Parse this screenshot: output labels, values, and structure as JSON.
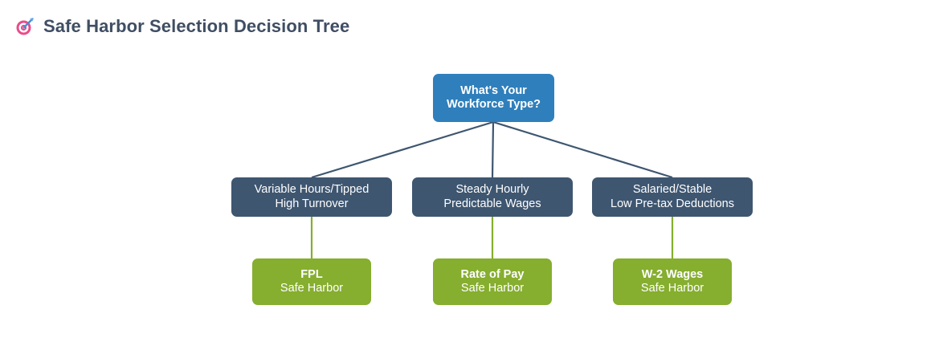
{
  "header": {
    "title": "Safe Harbor Selection Decision Tree",
    "icon": "dart-target-icon"
  },
  "colors": {
    "background": "#ffffff",
    "title_text": "#3f4e63",
    "root_node": "#2f7fbc",
    "branch_node": "#3e5670",
    "leaf_node": "#86ae2f",
    "root_edge_line": "#3e5670",
    "leaf_edge_line": "#86ae2f",
    "node_text": "#ffffff"
  },
  "diagram": {
    "type": "decision-tree",
    "root": {
      "id": "workforce-type",
      "line1": "What's Your",
      "line2": "Workforce Type?"
    },
    "branches": [
      {
        "id": "variable-hours",
        "line1": "Variable Hours/Tipped",
        "line2": "High Turnover",
        "leaf": {
          "id": "fpl",
          "title": "FPL",
          "subtitle": "Safe Harbor"
        }
      },
      {
        "id": "steady-hourly",
        "line1": "Steady Hourly",
        "line2": "Predictable Wages",
        "leaf": {
          "id": "rate-of-pay",
          "title": "Rate of Pay",
          "subtitle": "Safe Harbor"
        }
      },
      {
        "id": "salaried-stable",
        "line1": "Salaried/Stable",
        "line2": "Low Pre-tax Deductions",
        "leaf": {
          "id": "w2-wages",
          "title": "W-2 Wages",
          "subtitle": "Safe Harbor"
        }
      }
    ]
  }
}
